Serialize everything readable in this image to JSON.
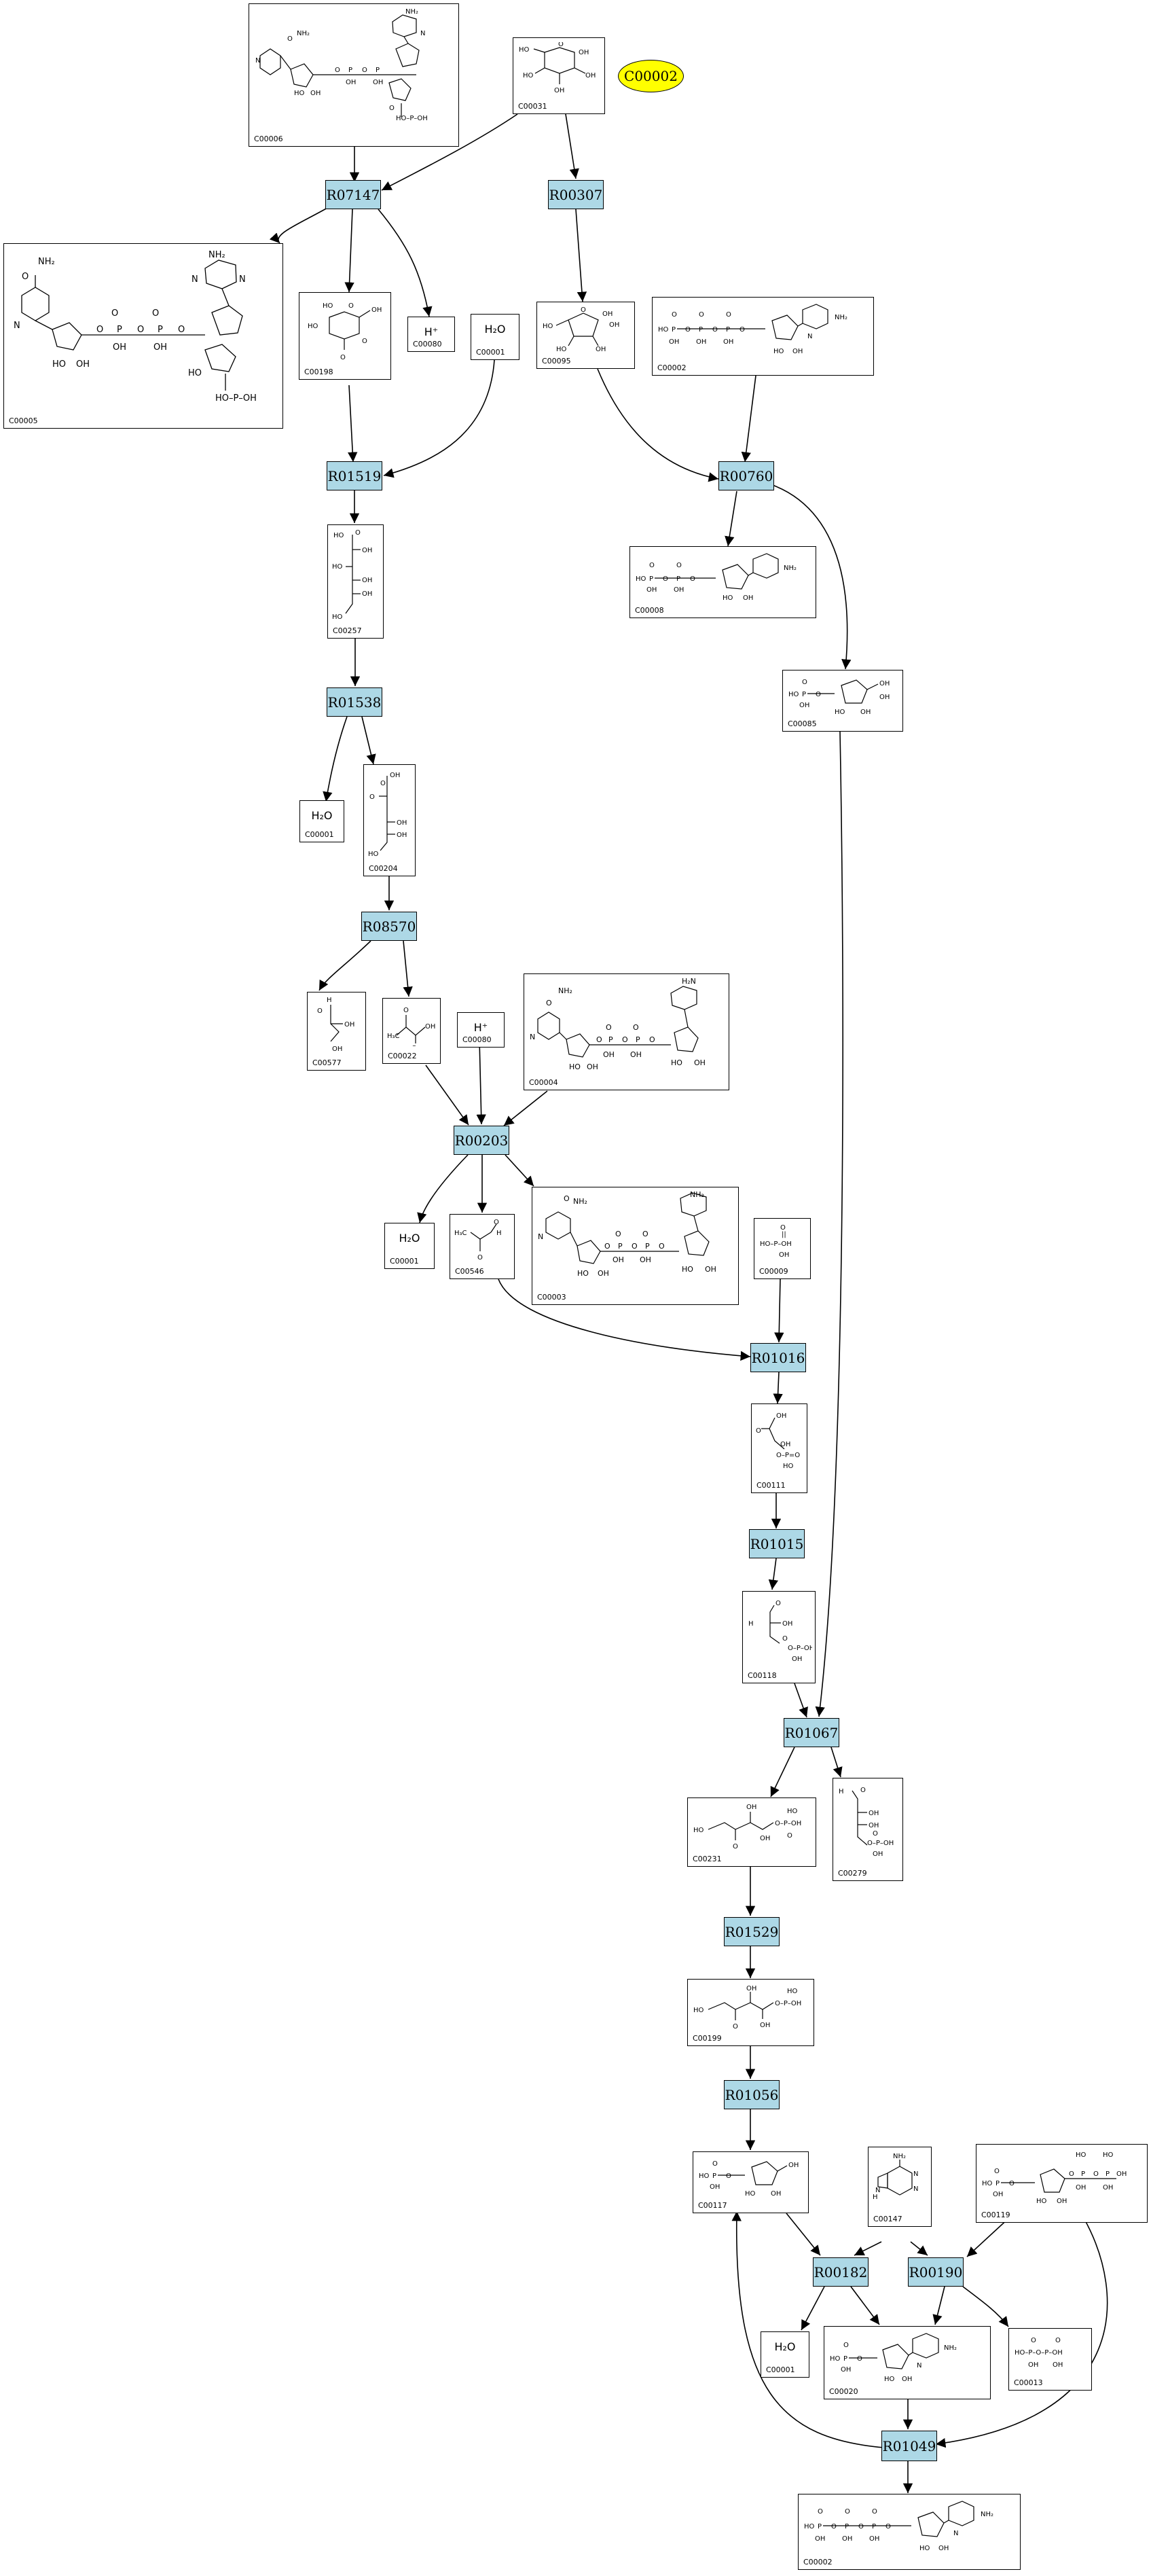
{
  "highlight": {
    "label": "C00002",
    "color": "#ffff00"
  },
  "colors": {
    "reaction_fill": "#add8e6",
    "highlight_fill": "#ffff00",
    "edge": "#000000"
  },
  "reactions": [
    {
      "id": "R07147"
    },
    {
      "id": "R00307"
    },
    {
      "id": "R01519"
    },
    {
      "id": "R00760"
    },
    {
      "id": "R01538"
    },
    {
      "id": "R08570"
    },
    {
      "id": "R00203"
    },
    {
      "id": "R01016"
    },
    {
      "id": "R01015"
    },
    {
      "id": "R01067"
    },
    {
      "id": "R01529"
    },
    {
      "id": "R01056"
    },
    {
      "id": "R00182"
    },
    {
      "id": "R00190"
    },
    {
      "id": "R01049"
    }
  ],
  "compounds": [
    {
      "key": "c00006",
      "id": "C00006"
    },
    {
      "key": "c00031",
      "id": "C00031"
    },
    {
      "key": "c00005",
      "id": "C00005"
    },
    {
      "key": "c00198",
      "id": "C00198"
    },
    {
      "key": "c00080a",
      "id": "C00080",
      "formula": "H⁺"
    },
    {
      "key": "c00001a",
      "id": "C00001",
      "formula": "H₂O"
    },
    {
      "key": "c00095",
      "id": "C00095"
    },
    {
      "key": "c00002a",
      "id": "C00002"
    },
    {
      "key": "c00008",
      "id": "C00008"
    },
    {
      "key": "c00257",
      "id": "C00257"
    },
    {
      "key": "c00085",
      "id": "C00085"
    },
    {
      "key": "c00001b",
      "id": "C00001",
      "formula": "H₂O"
    },
    {
      "key": "c00204",
      "id": "C00204"
    },
    {
      "key": "c00577",
      "id": "C00577"
    },
    {
      "key": "c00022",
      "id": "C00022"
    },
    {
      "key": "c00080b",
      "id": "C00080",
      "formula": "H⁺"
    },
    {
      "key": "c00004",
      "id": "C00004"
    },
    {
      "key": "c00001c",
      "id": "C00001",
      "formula": "H₂O"
    },
    {
      "key": "c00546",
      "id": "C00546"
    },
    {
      "key": "c00003",
      "id": "C00003"
    },
    {
      "key": "c00009",
      "id": "C00009"
    },
    {
      "key": "c00111",
      "id": "C00111"
    },
    {
      "key": "c00118",
      "id": "C00118"
    },
    {
      "key": "c00231",
      "id": "C00231"
    },
    {
      "key": "c00279",
      "id": "C00279"
    },
    {
      "key": "c00199",
      "id": "C00199"
    },
    {
      "key": "c00117",
      "id": "C00117"
    },
    {
      "key": "c00147",
      "id": "C00147"
    },
    {
      "key": "c00119",
      "id": "C00119"
    },
    {
      "key": "c00001d",
      "id": "C00001",
      "formula": "H₂O"
    },
    {
      "key": "c00020",
      "id": "C00020"
    },
    {
      "key": "c00013",
      "id": "C00013"
    },
    {
      "key": "c00002b",
      "id": "C00002"
    }
  ]
}
